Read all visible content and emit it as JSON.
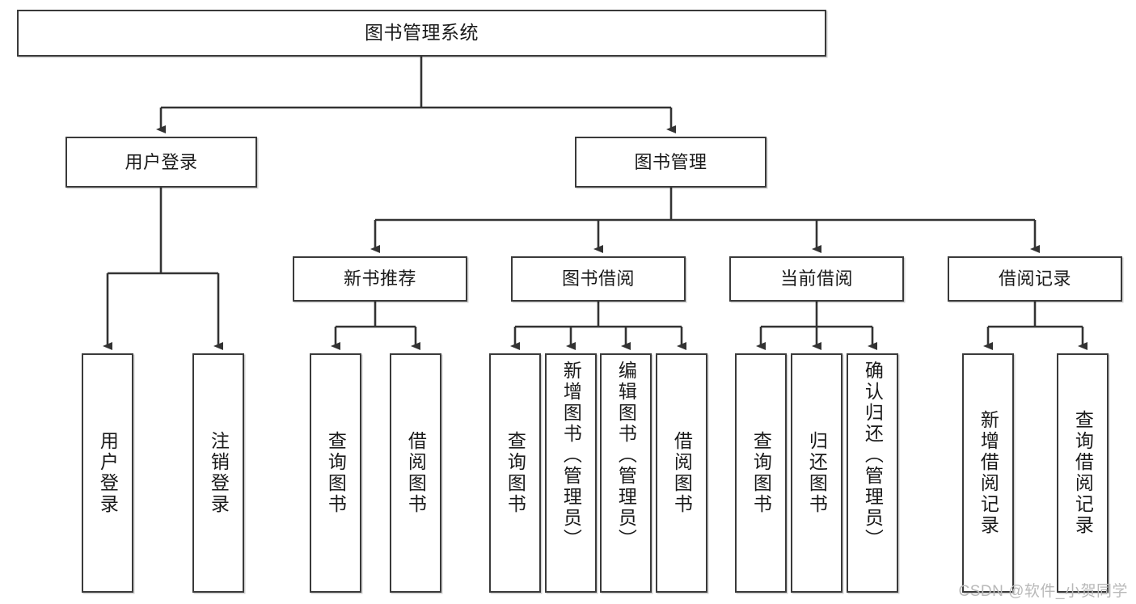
{
  "diagram": {
    "type": "tree-hierarchy",
    "orientation": "top-down",
    "watermark": "CSDN @软件_小贺同学",
    "colors": {
      "box_stroke": "#3a3a3a",
      "box_fill": "#ffffff",
      "connector": "#333333",
      "text": "#1a1a1a",
      "watermark": "#b9b9b9"
    },
    "root": {
      "id": "root",
      "label": "图书管理系统",
      "level": 1
    },
    "level2": [
      {
        "id": "n-user-login",
        "label": "用户登录",
        "level": 2
      },
      {
        "id": "n-book-mgmt",
        "label": "图书管理",
        "level": 2
      }
    ],
    "level3": [
      {
        "id": "n-new-book-rec",
        "label": "新书推荐",
        "level": 3,
        "parent": "n-book-mgmt"
      },
      {
        "id": "n-book-borrow",
        "label": "图书借阅",
        "level": 3,
        "parent": "n-book-mgmt"
      },
      {
        "id": "n-current-borrow",
        "label": "当前借阅",
        "level": 3,
        "parent": "n-book-mgmt"
      },
      {
        "id": "n-borrow-record",
        "label": "借阅记录",
        "level": 3,
        "parent": "n-book-mgmt"
      }
    ],
    "leaves": [
      {
        "id": "l-user-login",
        "label": "用户登录",
        "parent": "n-user-login",
        "short": true
      },
      {
        "id": "l-user-logout",
        "label": "注销登录",
        "parent": "n-user-login",
        "short": true
      },
      {
        "id": "l-rec-query",
        "label": "查询图书",
        "parent": "n-new-book-rec",
        "short": true
      },
      {
        "id": "l-rec-borrow",
        "label": "借阅图书",
        "parent": "n-new-book-rec",
        "short": true
      },
      {
        "id": "l-borrow-query",
        "label": "查询图书",
        "parent": "n-book-borrow",
        "short": true
      },
      {
        "id": "l-borrow-add",
        "label": "新增图书（管理员）",
        "parent": "n-book-borrow",
        "short": false
      },
      {
        "id": "l-borrow-edit",
        "label": "编辑图书（管理员）",
        "parent": "n-book-borrow",
        "short": false
      },
      {
        "id": "l-borrow-do",
        "label": "借阅图书",
        "parent": "n-book-borrow",
        "short": true
      },
      {
        "id": "l-cur-query",
        "label": "查询图书",
        "parent": "n-current-borrow",
        "short": true
      },
      {
        "id": "l-cur-return",
        "label": "归还图书",
        "parent": "n-current-borrow",
        "short": true
      },
      {
        "id": "l-cur-confirm",
        "label": "确认归还（管理员）",
        "parent": "n-current-borrow",
        "short": false
      },
      {
        "id": "l-rec-add",
        "label": "新增借阅记录",
        "parent": "n-borrow-record",
        "short": true
      },
      {
        "id": "l-rec-query2",
        "label": "查询借阅记录",
        "parent": "n-borrow-record",
        "short": true
      }
    ]
  }
}
